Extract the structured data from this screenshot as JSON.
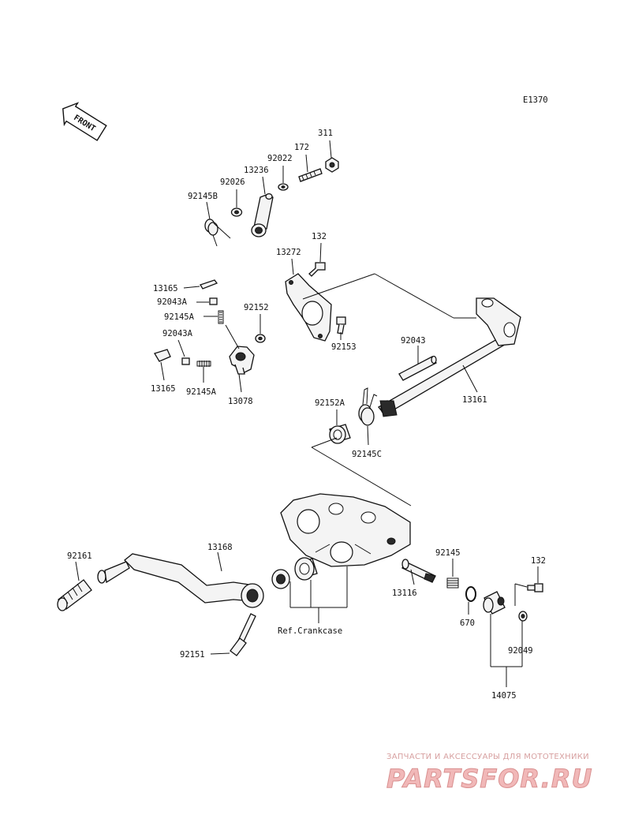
{
  "diagram_code": "E1370",
  "front_arrow_label": "FRONT",
  "labels": {
    "p311": "311",
    "p172": "172",
    "p92022": "92022",
    "p13236": "13236",
    "p92026": "92026",
    "p92145B": "92145B",
    "p132_top": "132",
    "p13272": "13272",
    "p13165_top": "13165",
    "p92043A_top": "92043A",
    "p92145A_top": "92145A",
    "p92152": "92152",
    "p92153": "92153",
    "p92043A_left": "92043A",
    "p13165_left": "13165",
    "p92145A_bot": "92145A",
    "p13078": "13078",
    "p92043": "92043",
    "p13161": "13161",
    "p92152A": "92152A",
    "p92145C": "92145C",
    "p92161": "92161",
    "p13168": "13168",
    "p92145": "92145",
    "p132_right": "132",
    "p13116": "13116",
    "p670": "670",
    "p92049": "92049",
    "p14075": "14075",
    "p92151": "92151",
    "ref_crankcase": "Ref.Crankcase"
  },
  "watermark": {
    "caption": "ЗАПЧАСТИ И АКСЕССУАРЫ ДЛЯ МОТОТЕХНИКИ",
    "brand": "PARTSFOR.RU"
  }
}
